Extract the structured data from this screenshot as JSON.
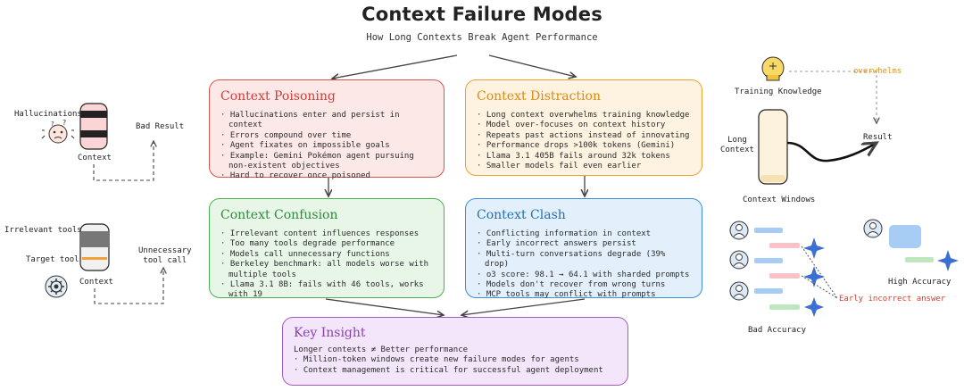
{
  "header": {
    "title": "Context Failure Modes",
    "subtitle": "How Long Contexts Break Agent Performance"
  },
  "cards": {
    "poisoning": {
      "title": "Context Poisoning",
      "items": [
        "Hallucinations enter and persist in context",
        "Errors compound over time",
        "Agent fixates on impossible goals",
        "Example: Gemini Pokémon agent pursuing non-existent objectives",
        "Hard to recover once poisoned"
      ]
    },
    "distraction": {
      "title": "Context Distraction",
      "items": [
        "Long context overwhelms training knowledge",
        "Model over-focuses on context history",
        "Repeats past actions instead of innovating",
        "Performance drops >100k tokens (Gemini)",
        "Llama 3.1 405B fails around 32k tokens",
        "Smaller models fail even earlier"
      ]
    },
    "confusion": {
      "title": "Context Confusion",
      "items": [
        "Irrelevant content influences responses",
        "Too many tools degrade performance",
        "Models call unnecessary functions",
        "Berkeley benchmark: all models worse with multiple tools",
        "Llama 3.1 8B: fails with 46 tools, works with 19"
      ]
    },
    "clash": {
      "title": "Context Clash",
      "items": [
        "Conflicting information in context",
        "Early incorrect answers persist",
        "Multi-turn conversations degrade (39% drop)",
        "o3 score: 98.1 → 64.1 with sharded prompts",
        "Models don't recover from wrong turns",
        "MCP tools may conflict with prompts"
      ]
    },
    "insight": {
      "title": "Key Insight",
      "lead": "Longer contexts ≠ Better performance",
      "items": [
        "Million-token windows create new failure modes for agents",
        "Context management is critical for successful agent deployment"
      ]
    }
  },
  "left_top": {
    "hallucinations": "Hallucinations",
    "context": "Context",
    "bad_result": "Bad Result",
    "icon": "confused-face-icon"
  },
  "left_bottom": {
    "irrelevant_tools": "Irrelevant tools",
    "target_tool": "Target tool",
    "context": "Context",
    "unnecessary": "Unnecessary",
    "tool_call": "tool call",
    "icon": "gear-icon"
  },
  "right_top": {
    "training_knowledge": "Training Knowledge",
    "overwhelms": "overwhelms",
    "long": "Long",
    "context": "Context",
    "result": "Result",
    "context_windows": "Context Windows",
    "icon": "lightbulb-head-icon"
  },
  "right_bottom": {
    "early_incorrect": "Early incorrect answer",
    "bad_accuracy": "Bad Accuracy",
    "high_accuracy": "High Accuracy",
    "icon": "user-icon"
  },
  "colors": {
    "poisoning_border": "#d9534f",
    "poisoning_bg": "#fde8e8",
    "poisoning_title": "#c9403a",
    "distraction_border": "#f0a030",
    "distraction_bg": "#fdf3e0",
    "distraction_title": "#e08a10",
    "confusion_border": "#4caf50",
    "confusion_bg": "#e8f6e8",
    "confusion_title": "#2e8b3a",
    "clash_border": "#3a8fd8",
    "clash_bg": "#e3f0fb",
    "clash_title": "#1f6fb8",
    "insight_border": "#a05cc8",
    "insight_bg": "#f3e6fa",
    "insight_title": "#8a3fb5",
    "annotation_orange": "#e8901c",
    "annotation_red": "#d93b2b"
  }
}
